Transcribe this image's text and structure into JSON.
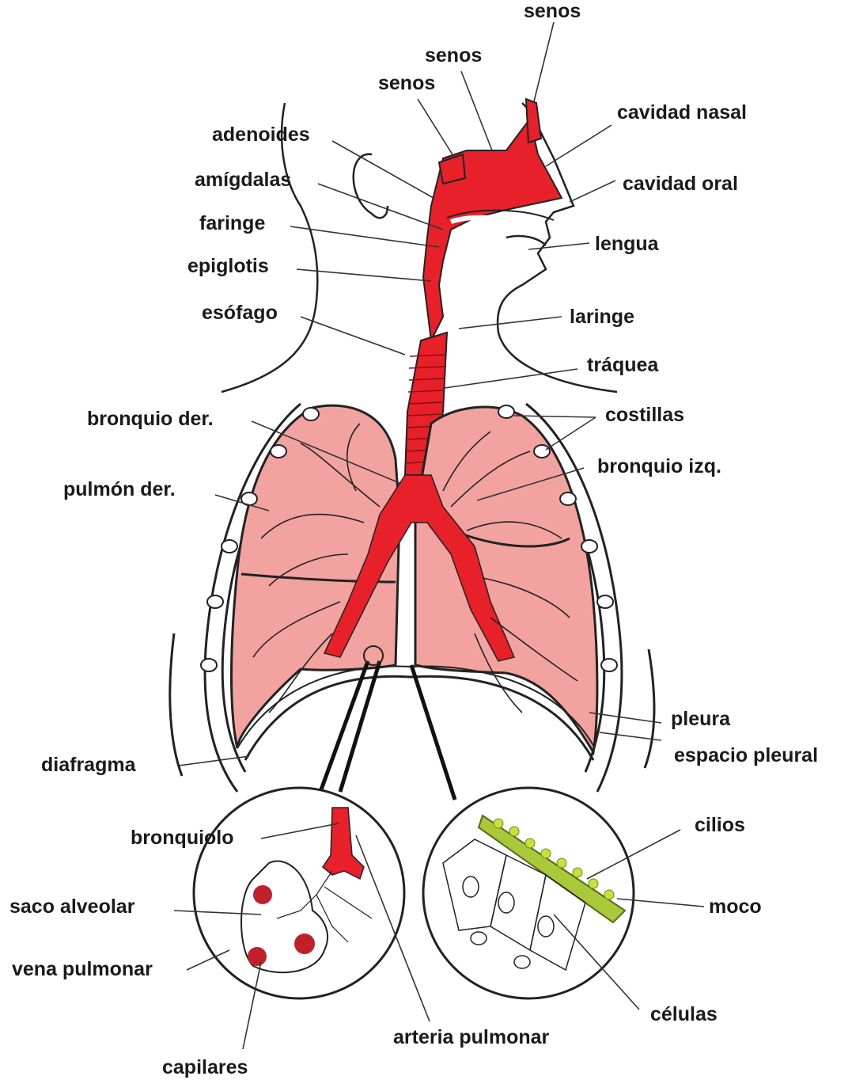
{
  "colors": {
    "airway": "#e8202a",
    "lung": "#f2a3a0",
    "outline": "#222222",
    "mucus": "#a9c83a",
    "background": "#ffffff"
  },
  "labels": {
    "senos_top": "senos",
    "senos_mid": "senos",
    "senos_low": "senos",
    "cavidad_nasal": "cavidad nasal",
    "cavidad_oral": "cavidad oral",
    "adenoides": "adenoides",
    "amigdalas": "amígdalas",
    "faringe": "faringe",
    "epiglotis": "epiglotis",
    "lengua": "lengua",
    "esofago": "esófago",
    "laringe": "laringe",
    "traquea": "tráquea",
    "bronquio_der": "bronquio der.",
    "costillas": "costillas",
    "bronquio_izq": "bronquio izq.",
    "pulmon_der": "pulmón der.",
    "pleura": "pleura",
    "espacio_pleural": "espacio pleural",
    "diafragma": "diafragma",
    "bronquiolo": "bronquiolo",
    "cilios": "cilios",
    "saco_alveolar": "saco alveolar",
    "moco": "moco",
    "vena_pulmonar": "vena pulmonar",
    "celulas": "células",
    "arteria_pulmonar": "arteria pulmonar",
    "capilares": "capilares"
  }
}
